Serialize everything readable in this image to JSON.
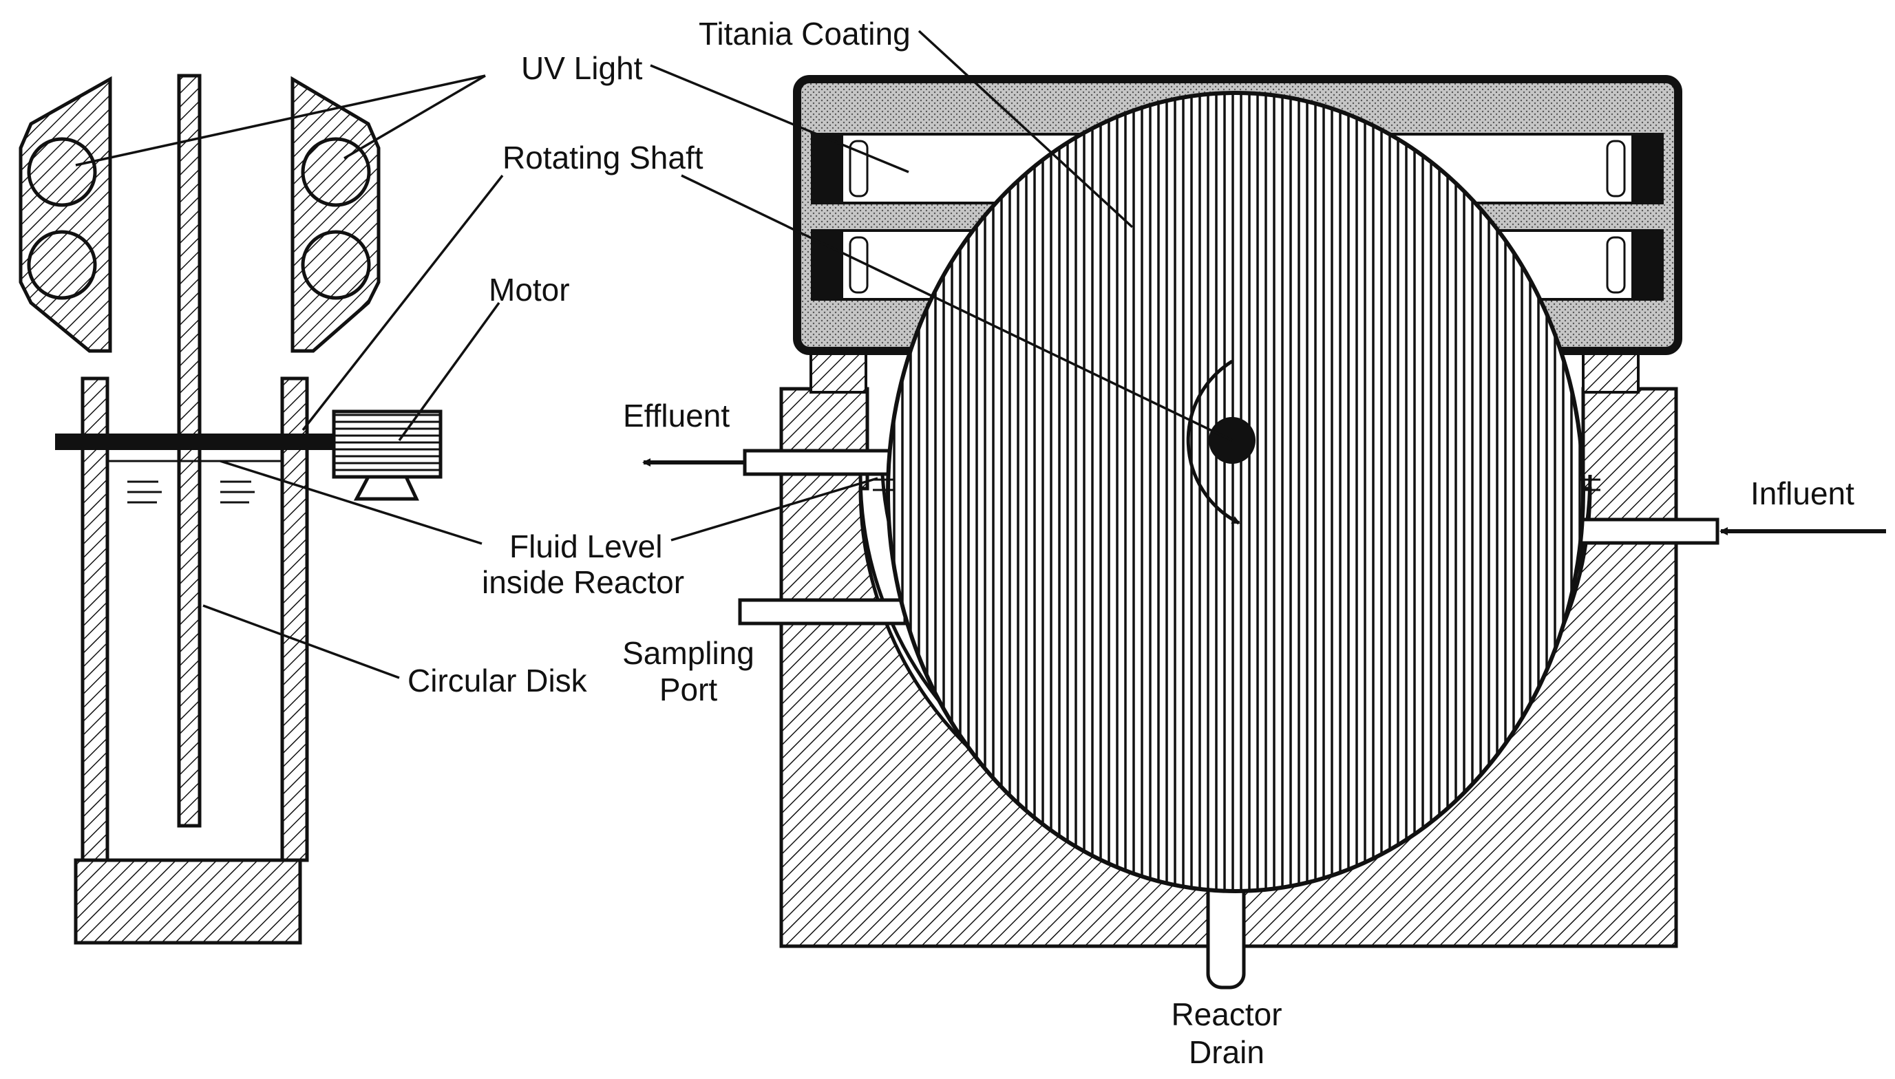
{
  "labels": {
    "uv_light": "UV Light",
    "titania_coating": "Titania Coating",
    "rotating_shaft": "Rotating Shaft",
    "motor": "Motor",
    "effluent": "Effluent",
    "influent": "Influent",
    "fluid_level_line1": "Fluid Level",
    "fluid_level_line2": "inside Reactor",
    "circular_disk": "Circular Disk",
    "sampling_port_line1": "Sampling",
    "sampling_port_line2": "Port",
    "reactor_drain_line1": "Reactor",
    "reactor_drain_line2": "Drain"
  },
  "colors": {
    "ink": "#111111",
    "paper": "#ffffff",
    "stipple": "#b8b8b8"
  }
}
